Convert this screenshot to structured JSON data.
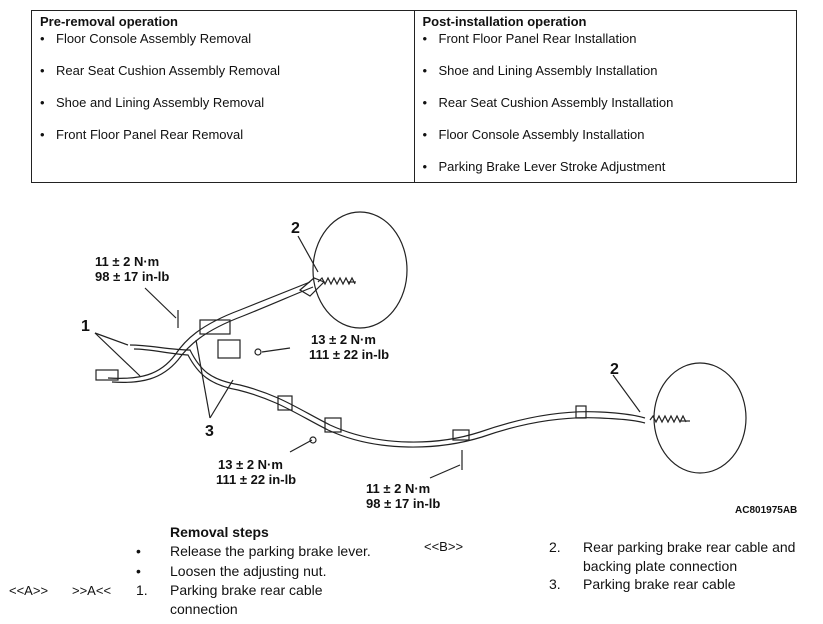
{
  "table": {
    "pre_header": "Pre-removal operation",
    "post_header": "Post-installation operation",
    "pre_items": [
      "Floor Console Assembly Removal",
      "Rear Seat Cushion Assembly Removal",
      "Shoe and Lining Assembly Removal",
      "Front Floor Panel Rear Removal"
    ],
    "post_items": [
      "Front Floor Panel Rear Installation",
      "Shoe and Lining Assembly Installation",
      "Rear Seat Cushion Assembly Installation",
      "Floor Console Assembly Installation",
      "Parking Brake Lever Stroke Adjustment"
    ]
  },
  "figure": {
    "callout_1": "1",
    "callout_2_left": "2",
    "callout_2_right": "2",
    "callout_3": "3",
    "torque_a_nm": "11 ± 2 N·m",
    "torque_a_inlb": "98 ± 17 in-lb",
    "torque_b_nm": "13 ± 2 N·m",
    "torque_b_inlb": "111 ± 22 in-lb",
    "torque_c_nm": "13 ± 2 N·m",
    "torque_c_inlb": "111 ± 22 in-lb",
    "torque_d_nm": "11 ± 2 N·m",
    "torque_d_inlb": "98 ± 17 in-lb",
    "figure_id": "AC801975AB"
  },
  "steps": {
    "title": "Removal steps",
    "bullet_1": "Release the parking brake lever.",
    "bullet_2": "Loosen the adjusting nut.",
    "marker_a1": "<<A>>",
    "marker_a2": ">>A<<",
    "step_1_num": "1.",
    "step_1_line1": "Parking brake rear cable",
    "step_1_line2": "connection",
    "marker_b": "<<B>>",
    "step_2_num": "2.",
    "step_2_line1": "Rear parking brake rear cable and",
    "step_2_line2": "backing plate connection",
    "step_3_num": "3.",
    "step_3_line1": "Parking brake rear cable"
  }
}
